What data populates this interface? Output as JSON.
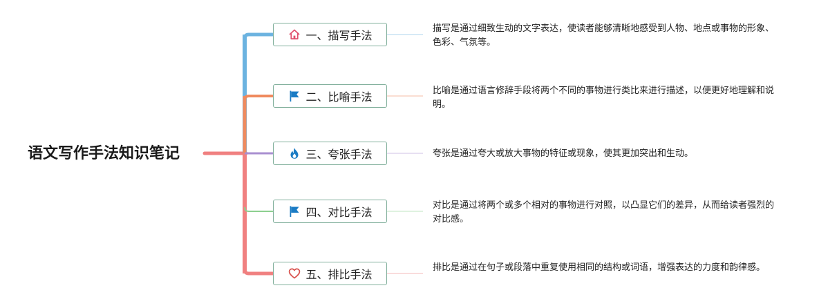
{
  "root": {
    "title": "语文写作手法知识笔记"
  },
  "branches": [
    {
      "label": "一、描写手法",
      "icon": "house-icon",
      "color": "#6cb3e0",
      "note": "描写是通过细致生动的文字表达，使读者能够清晰地感受到人物、地点或事物的形象、色彩、气氛等。"
    },
    {
      "label": "二、比喻手法",
      "icon": "flag-icon",
      "color": "#ef8a5e",
      "note": "比喻是通过语言修辞手段将两个不同的事物进行类比来进行描述，以便更好地理解和说明。"
    },
    {
      "label": "三、夸张手法",
      "icon": "fire-icon",
      "color": "#a98fd0",
      "note": "夸张是通过夸大或放大事物的特征或现象，使其更加突出和生动。"
    },
    {
      "label": "四、对比手法",
      "icon": "flag-icon",
      "color": "#8ccf8f",
      "note": "对比是通过将两个或多个相对的事物进行对照，以凸显它们的差异，从而给读者强烈的对比感。"
    },
    {
      "label": "五、排比手法",
      "icon": "heart-icon",
      "color": "#f08080",
      "note": "排比是通过在句子或段落中重复使用相同的结构或词语，增强表达的力度和韵律感。"
    }
  ],
  "colors": {
    "root_line": "#f08080",
    "topic_border": "#7fae9a",
    "house_icon": "#e0516e",
    "flag_icon": "#1a7bc4",
    "fire_icon": "#1a7bc4",
    "heart_icon": "#d9534f"
  }
}
